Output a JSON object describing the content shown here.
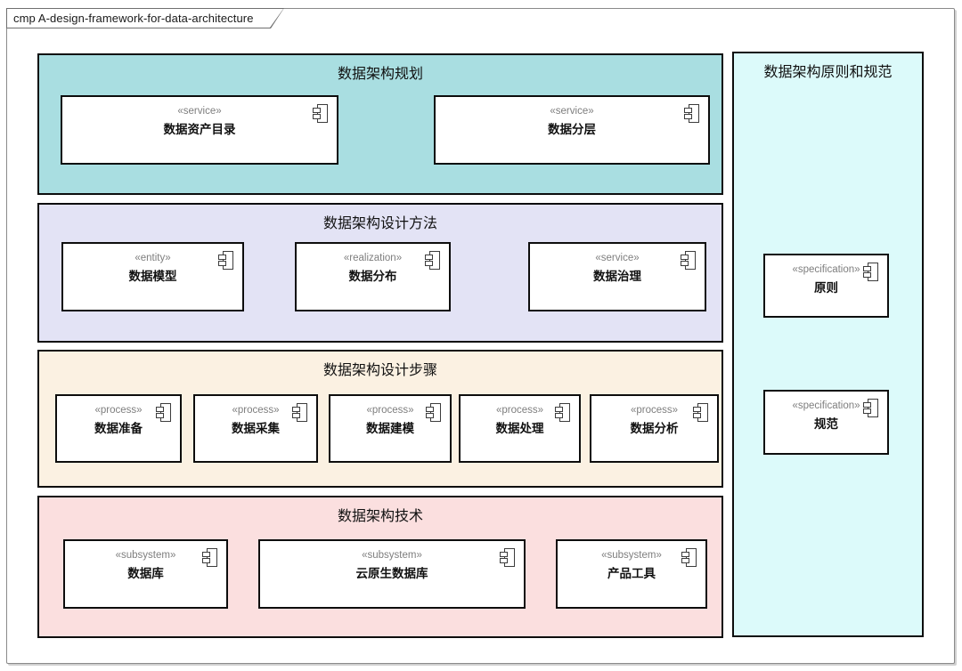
{
  "frame": {
    "tab_label": "cmp A-design-framework-for-data-architecture"
  },
  "colors": {
    "planning_fill": "#a9dee1",
    "methods_fill": "#e3e3f5",
    "steps_fill": "#fbf1e2",
    "tech_fill": "#fbdfdf",
    "side_fill": "#dcfafa",
    "band_border": "#0d0d0d",
    "frame_border": "#8a8a8a",
    "stereotype_text": "#7e7e7e"
  },
  "groups": [
    {
      "id": "planning",
      "title": "数据架构规划",
      "fill": "#a9dee1",
      "components": [
        {
          "stereotype": "«service»",
          "name": "数据资产目录"
        },
        {
          "stereotype": "«service»",
          "name": "数据分层"
        }
      ]
    },
    {
      "id": "methods",
      "title": "数据架构设计方法",
      "fill": "#e3e3f5",
      "components": [
        {
          "stereotype": "«entity»",
          "name": "数据模型"
        },
        {
          "stereotype": "«realization»",
          "name": "数据分布"
        },
        {
          "stereotype": "«service»",
          "name": "数据治理"
        }
      ]
    },
    {
      "id": "steps",
      "title": "数据架构设计步骤",
      "fill": "#fbf1e2",
      "components": [
        {
          "stereotype": "«process»",
          "name": "数据准备"
        },
        {
          "stereotype": "«process»",
          "name": "数据采集"
        },
        {
          "stereotype": "«process»",
          "name": "数据建模"
        },
        {
          "stereotype": "«process»",
          "name": "数据处理"
        },
        {
          "stereotype": "«process»",
          "name": "数据分析"
        }
      ]
    },
    {
      "id": "tech",
      "title": "数据架构技术",
      "fill": "#fbdfdf",
      "components": [
        {
          "stereotype": "«subsystem»",
          "name": "数据库"
        },
        {
          "stereotype": "«subsystem»",
          "name": "云原生数据库"
        },
        {
          "stereotype": "«subsystem»",
          "name": "产品工具"
        }
      ]
    },
    {
      "id": "side",
      "title": "数据架构原则和规范",
      "fill": "#dcfafa",
      "components": [
        {
          "stereotype": "«specification»",
          "name": "原则"
        },
        {
          "stereotype": "«specification»",
          "name": "规范"
        }
      ]
    }
  ]
}
